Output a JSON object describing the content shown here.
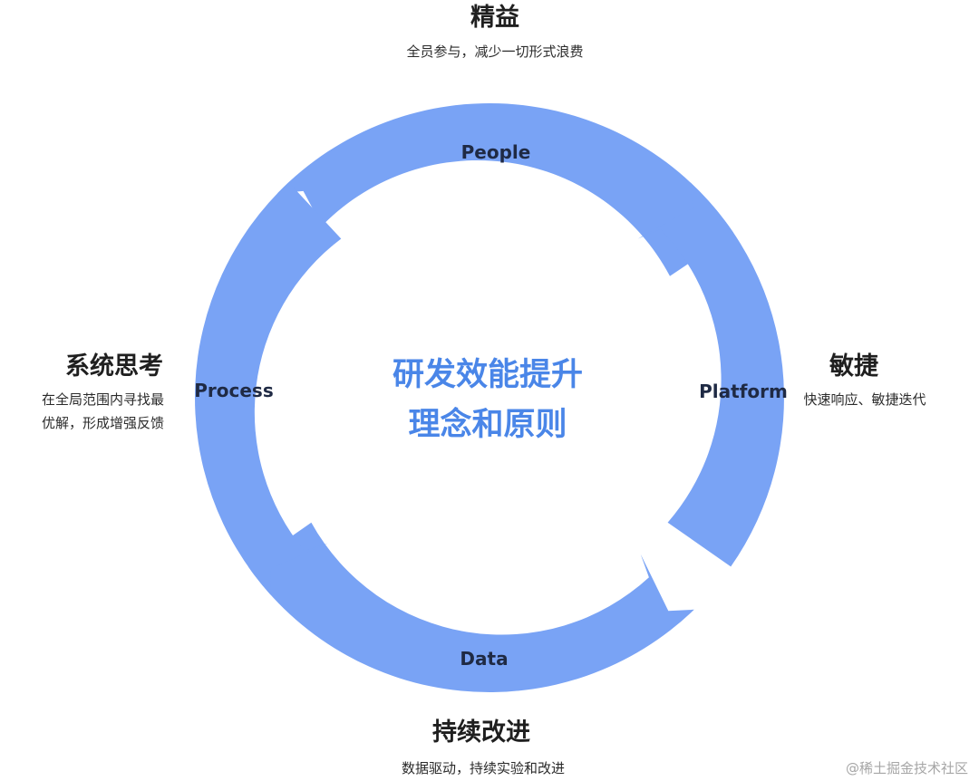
{
  "colors": {
    "ring": "#79a3f5",
    "center_text": "#4a86e8",
    "heading": "#1f1f1f",
    "watermark": "#a6a6a6"
  },
  "center": {
    "line1": "研发效能提升",
    "line2": "理念和原则"
  },
  "segments": {
    "people": "People",
    "platform": "Platform",
    "data": "Data",
    "process": "Process"
  },
  "principles": {
    "lean": {
      "title": "精益",
      "desc": "全员参与，减少一切形式浪费"
    },
    "agile": {
      "title": "敏捷",
      "desc": "快速响应、敏捷迭代"
    },
    "continuous": {
      "title": "持续改进",
      "desc": "数据驱动，持续实验和改进"
    },
    "systems": {
      "title": "系统思考",
      "desc_line1": "在全局范围内寻找最",
      "desc_line2": "优解，形成增强反馈"
    }
  },
  "watermark": "@稀土掘金技术社区"
}
